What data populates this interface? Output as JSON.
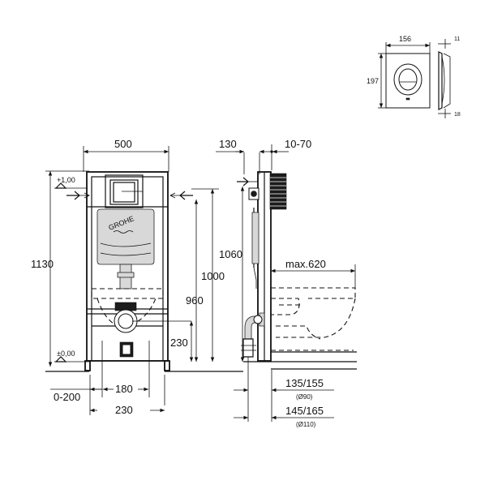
{
  "plate": {
    "width": "156",
    "height": "197",
    "depth_top": "11",
    "depth_bottom": "18"
  },
  "front": {
    "width": "500",
    "height_total": "1130",
    "level_top": "+1,00",
    "level_bottom": "±0,00",
    "dist_floor": "0-200",
    "pipe_spacing": "180",
    "feet_spacing": "230",
    "brand": "GROHE"
  },
  "side": {
    "depth": "130",
    "wall_gap": "10-70",
    "height_1060": "1060",
    "height_1000": "1000",
    "height_960": "960",
    "height_230": "230",
    "max_projection": "max.620",
    "pipe1": "135/155",
    "pipe1_dia": "(Ø90)",
    "pipe2": "145/165",
    "pipe2_dia": "(Ø110)"
  }
}
